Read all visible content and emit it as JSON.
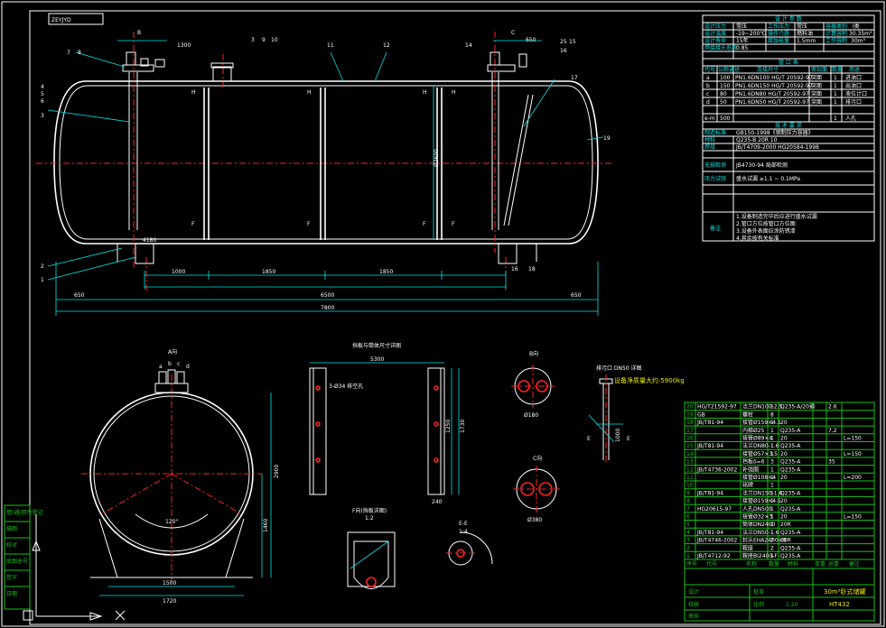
{
  "drawing": {
    "tag": "ZEYJYD",
    "title_cn": "30m³卧式储罐",
    "drawing_no": "HT432",
    "mass_label": "设备净质量大约:5900kg"
  },
  "design_table": {
    "header": "设 计 参 数",
    "rows": [
      [
        "设计压力",
        "常压",
        "工作压力",
        "常压",
        "容器类别",
        "I类"
      ],
      [
        "设计温度",
        "-19~200℃",
        "操作介质",
        "燃料油",
        "计算容积",
        "30.35m³"
      ],
      [
        "设计寿命",
        "15年",
        "腐蚀裕量",
        "1.5mm",
        "工作容积",
        "30m³"
      ],
      [
        "焊接接头系数",
        "0.85",
        "",
        "",
        "",
        ""
      ]
    ]
  },
  "nozzle_table": {
    "header": "管 口 表",
    "cols": [
      "代号",
      "公称通径",
      "连接尺寸",
      "密封面",
      "数量",
      "用途"
    ],
    "rows": [
      [
        "a",
        "100",
        "PN1.6DN100 HG/T 20592-97",
        "突面",
        "1",
        "进油口"
      ],
      [
        "b",
        "150",
        "PN1.6DN150 HG/T 20592-97",
        "突面",
        "1",
        "出油口"
      ],
      [
        "c",
        "80",
        "PN1.6DN80 HG/T 20592-97",
        "突面",
        "1",
        "液位计口"
      ],
      [
        "d",
        "50",
        "PN1.6DN50 HG/T 20592-97",
        "突面",
        "1",
        "排污口"
      ],
      [
        "e-m",
        "500",
        "",
        "",
        "1",
        "人孔"
      ]
    ]
  },
  "tech_table": {
    "header": "技 术 要 求",
    "rows": [
      [
        "制造标准",
        "GB150-1998《钢制压力容器》"
      ],
      [
        "材料",
        "Q235-B  20R  10"
      ],
      [
        "焊接",
        "JB/T4709-2000  HG20584-1998"
      ],
      [
        "无损检测",
        "JB4730-94 局部检测"
      ],
      [
        "压力试验",
        "盛水试漏 ≥1.1 ~ 0.1MPa"
      ]
    ],
    "notes_label": "备注",
    "notes": [
      "1.设备制造完毕后应进行盛水试漏",
      "2.管口方位按管口方位图",
      "3.设备外表面应涂防锈漆",
      "4.其余按有关标准"
    ]
  },
  "main_view": {
    "labels_top": [
      "B",
      "7",
      "8",
      "1300",
      "3",
      "9",
      "10",
      "11",
      "12",
      "14",
      "C",
      "650",
      "25",
      "15",
      "16"
    ],
    "labels_left": [
      "4",
      "5",
      "6",
      "3",
      "2",
      "1"
    ],
    "callouts_right": [
      "17",
      "19"
    ],
    "section_marks": [
      "H",
      "H",
      "H",
      "H",
      "F",
      "F",
      "F",
      "F"
    ],
    "dims_bottom": [
      "1000",
      "1850",
      "1850",
      "6500",
      "650",
      "650",
      "7800",
      "4180",
      "16",
      "18"
    ],
    "dim_vertical": "Ø2600"
  },
  "side_view": {
    "title": "A向",
    "nozzle_labels": [
      "a",
      "b",
      "c",
      "d"
    ],
    "angle": "120°",
    "dims": [
      "1500",
      "1720",
      "1460",
      "2900"
    ]
  },
  "baffle_view": {
    "title": "挡板与筒体尺寸详图",
    "dims": [
      "5300",
      "1250",
      "1730",
      "240"
    ],
    "note": "3-Ø34 排空孔"
  },
  "detail_views": [
    {
      "title": "B向",
      "dim": "Ø180"
    },
    {
      "title": "C向",
      "dim": "Ø380"
    },
    {
      "title": "F向(挡板详图)",
      "sub": "1:2"
    },
    {
      "title": "E-E",
      "sub": "1:4"
    },
    {
      "title": "排污口 DN50 详图",
      "dims": [
        "1000",
        "E",
        "E"
      ]
    }
  ],
  "parts_list": {
    "rows": [
      [
        "20",
        "HG/T21592-97",
        "法兰DN100-2.5",
        "1",
        "Q235-A/20钢",
        "",
        "2.6",
        ""
      ],
      [
        "19",
        "GB",
        "螺栓",
        "8",
        "",
        "",
        "",
        ""
      ],
      [
        "18",
        "JB/T81-94",
        "接管Ø159×4.5",
        "1",
        "20",
        "",
        "",
        ""
      ],
      [
        "17",
        "",
        "内梯Ø25",
        "1",
        "Q235-A",
        "",
        "7.2",
        ""
      ],
      [
        "16",
        "",
        "接管Ø89×4",
        "1",
        "20",
        "",
        "",
        "L=150"
      ],
      [
        "15",
        "JB/T81-94",
        "法兰DN80-1.6",
        "1",
        "Q235-A",
        "",
        "",
        ""
      ],
      [
        "14",
        "",
        "接管Ø57×3.5",
        "1",
        "20",
        "",
        "",
        "L=150"
      ],
      [
        "13",
        "",
        "挡板δ=6",
        "3",
        "Q235-A",
        "",
        "35",
        ""
      ],
      [
        "12",
        "JB/T4736-2002",
        "补强圈",
        "1",
        "Q235-A",
        "",
        "",
        ""
      ],
      [
        "11",
        "",
        "接管Ø108×4",
        "1",
        "20",
        "",
        "",
        "L=200"
      ],
      [
        "10",
        "",
        "铭牌",
        "1",
        "",
        "",
        "",
        ""
      ],
      [
        "9",
        "JB/T81-94",
        "法兰DN150-1.6",
        "1",
        "Q235-A",
        "",
        "",
        ""
      ],
      [
        "8",
        "",
        "接管Ø159×4.5",
        "1",
        "20",
        "",
        "",
        ""
      ],
      [
        "7",
        "HG20615-97",
        "人孔DN500",
        "1",
        "Q235-A",
        "",
        "",
        ""
      ],
      [
        "6",
        "",
        "接管Ø32×3",
        "1",
        "20",
        "",
        "",
        "L=150"
      ],
      [
        "5",
        "",
        "筒体DN2400",
        "1",
        "20R",
        "",
        "",
        ""
      ],
      [
        "4",
        "JB/T81-94",
        "法兰DN50-1.6",
        "1",
        "Q235-A",
        "",
        "",
        ""
      ],
      [
        "3",
        "JB/T4746-2002",
        "封头EHA2400×8",
        "2",
        "20R",
        "",
        "",
        ""
      ],
      [
        "2",
        "",
        "鞍座",
        "2",
        "Q235-A",
        "",
        "",
        ""
      ],
      [
        "1",
        "JB/T4712-92",
        "鞍座BI2400-F",
        "1",
        "Q235-A",
        "",
        "",
        ""
      ]
    ],
    "header": [
      "序号",
      "代号",
      "名称",
      "数量",
      "材料",
      "单重",
      "总重",
      "备注"
    ]
  },
  "title_block": {
    "cells": [
      "设计",
      "校核",
      "审核",
      "批准",
      "比例",
      "1:20"
    ]
  },
  "left_margin": [
    "借(通)用件登记",
    "描图",
    "校对",
    "底图总号",
    "签字",
    "日期"
  ],
  "colors": {
    "line": "#ffffff",
    "center": "#ff2020",
    "dim": "#00e5e5",
    "table": "#19c019",
    "text_yellow": "#e8e800",
    "bg": "#000000"
  }
}
